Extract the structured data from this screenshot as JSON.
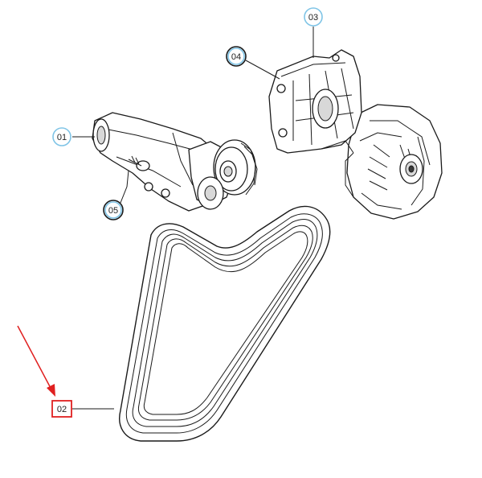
{
  "callouts": [
    {
      "id": "01",
      "label": "01",
      "style": "circle"
    },
    {
      "id": "02",
      "label": "02",
      "style": "highlight-box"
    },
    {
      "id": "03",
      "label": "03",
      "style": "circle"
    },
    {
      "id": "04",
      "label": "04",
      "style": "circle-bold"
    },
    {
      "id": "05",
      "label": "05",
      "style": "circle-bold"
    }
  ],
  "colors": {
    "callout_ring": "#7fc4e6",
    "highlight": "#e02020",
    "line": "#1a1a1a"
  }
}
